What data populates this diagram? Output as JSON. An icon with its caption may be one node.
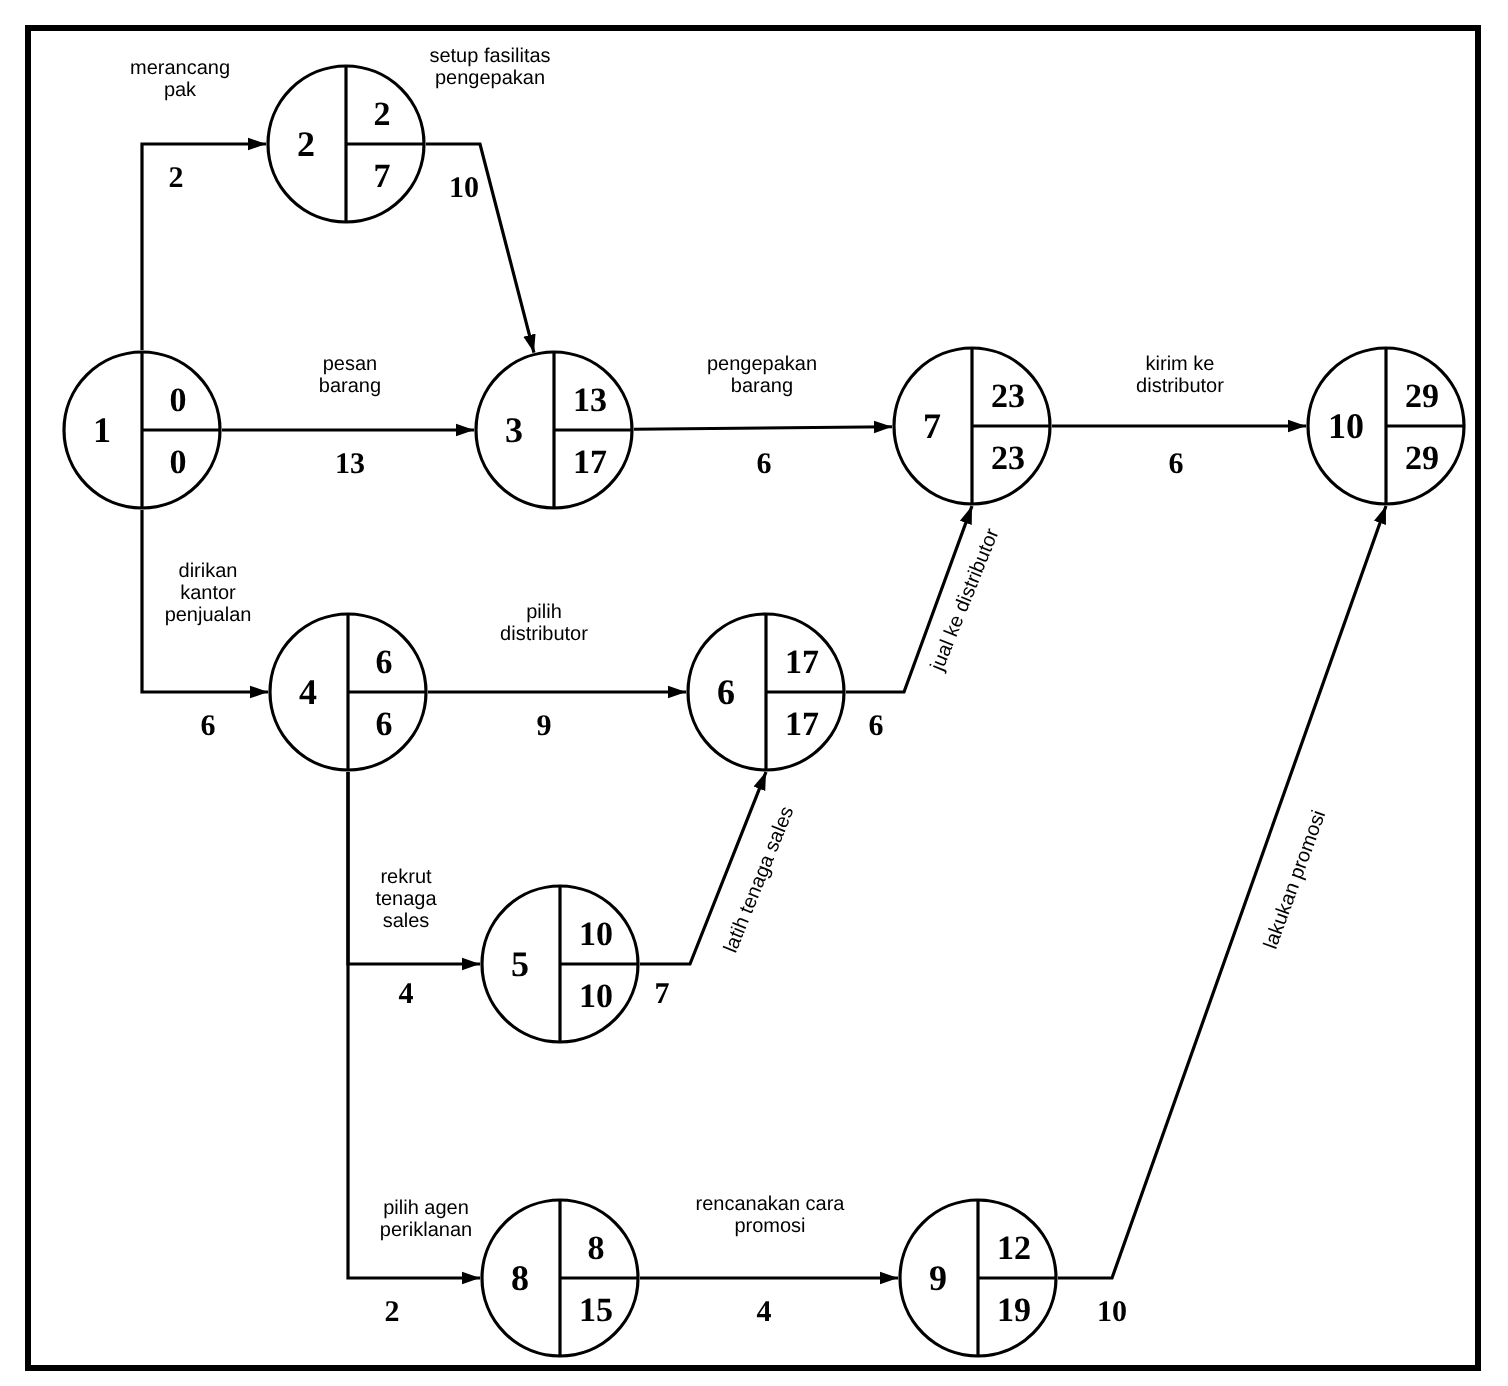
{
  "diagram": {
    "nodes": [
      {
        "text": [
          "1",
          "0",
          "0"
        ]
      },
      {
        "text": [
          "2",
          "2",
          "7"
        ]
      },
      {
        "text": [
          "3",
          "13",
          "17"
        ]
      },
      {
        "text": [
          "4",
          "6",
          "6"
        ]
      },
      {
        "text": [
          "5",
          "10",
          "10"
        ]
      },
      {
        "text": [
          "6",
          "17",
          "17"
        ]
      },
      {
        "text": [
          "7",
          "23",
          "23"
        ]
      },
      {
        "text": [
          "8",
          "8",
          "15"
        ]
      },
      {
        "text": [
          "9",
          "12",
          "19"
        ]
      },
      {
        "text": [
          "10",
          "29",
          "29"
        ]
      }
    ],
    "edges": [
      {
        "from": 0,
        "to": 1,
        "arrow": "to",
        "label": "merancang pak"
      },
      {
        "from": 1,
        "to": 2,
        "arrow": "to",
        "label": "setup fasilitas pengepakan"
      },
      {
        "from": 0,
        "to": 2,
        "arrow": "to",
        "label": "pesan barang"
      },
      {
        "from": 2,
        "to": 6,
        "arrow": "to",
        "label": "pengepakan barang"
      },
      {
        "from": 6,
        "to": 9,
        "arrow": "to",
        "label": "kirim ke distributor"
      },
      {
        "from": 0,
        "to": 3,
        "arrow": "to",
        "label": "dirikan kantor penjualan"
      },
      {
        "from": 3,
        "to": 5,
        "arrow": "to",
        "label": "pilih distributor"
      },
      {
        "from": 5,
        "to": 6,
        "arrow": "to",
        "label": "jual ke distributor"
      },
      {
        "from": 3,
        "to": 4,
        "arrow": "to",
        "label": "rekrut tenaga sales"
      },
      {
        "from": 3,
        "to": 7,
        "arrow": "to",
        "label": "pilih agen periklanan"
      },
      {
        "from": 4,
        "to": 5,
        "arrow": "to",
        "label": "latih tenaga sales"
      },
      {
        "from": 7,
        "to": 8,
        "arrow": "to",
        "label": "rencanakan cara promosi"
      },
      {
        "from": 8,
        "to": 9,
        "arrow": "to",
        "label": "lakukan promosi"
      }
    ],
    "labels": [
      "2",
      "10",
      "13",
      "6",
      "6",
      "6",
      "9",
      "6",
      "4",
      "2",
      "7",
      "4",
      "10"
    ]
  }
}
